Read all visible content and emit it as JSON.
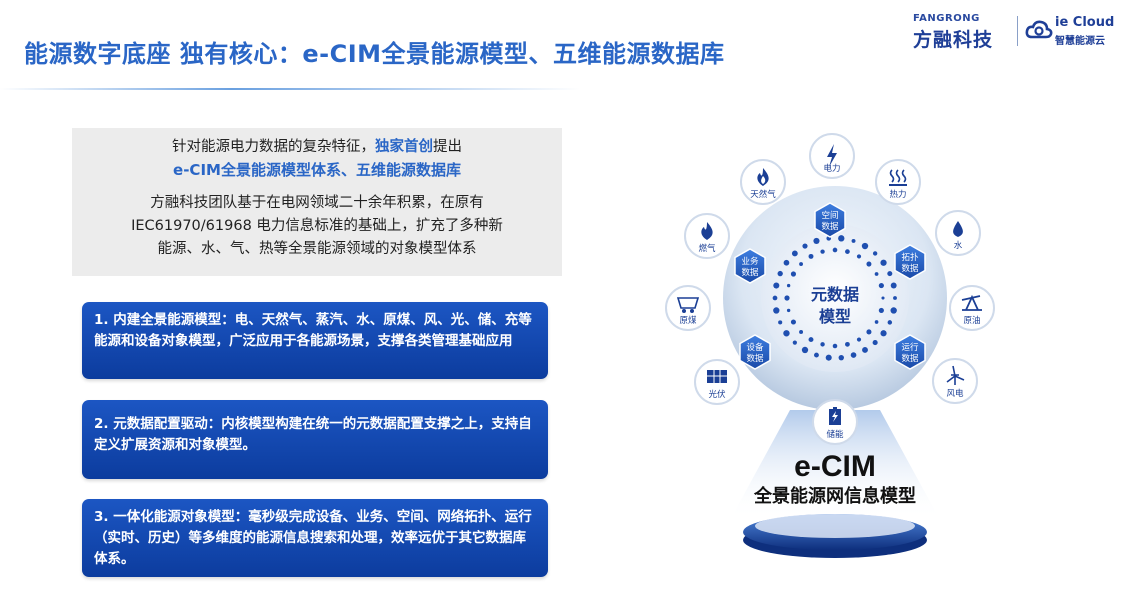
{
  "header": {
    "title": "能源数字底座 独有核心：e-CIM全景能源模型、五维能源数据库"
  },
  "logo": {
    "brand_en": "FANGRONG",
    "brand_cn": "方融科技",
    "cloud_en": "ie Cloud",
    "cloud_cn": "智慧能源云",
    "brand_color": "#1f3f97"
  },
  "intro": {
    "line1_pre": "针对能源电力数据的复杂特征，",
    "line1_highlight": "独家首创",
    "line1_post": "提出",
    "line2": "e-CIM全景能源模型体系、五维能源数据库",
    "para_l1": "方融科技团队基于在电网领域二十余年积累，在原有",
    "para_l2": "IEC61970/61968 电力信息标准的基础上，扩充了多种新",
    "para_l3": "能源、水、气、热等全景能源领域的对象模型体系"
  },
  "cards": [
    {
      "text": "1. 内建全景能源模型：电、天然气、蒸汽、水、原煤、风、光、储、充等能源和设备对象模型，广泛应用于各能源场景，支撑各类管理基础应用"
    },
    {
      "text": "2. 元数据配置驱动：内核模型构建在统一的元数据配置支撑之上，支持自定义扩展资源和对象模型。"
    },
    {
      "text": "3. 一体化能源对象模型：毫秒级完成设备、业务、空间、网络拓扑、运行（实时、历史）等多维度的能源信息搜索和处理，效率远优于其它数据库体系。"
    }
  ],
  "diagram": {
    "center_l1": "元数据",
    "center_l2": "模型",
    "hexes": [
      "空间数据",
      "拓扑数据",
      "运行数据",
      "设备数据",
      "业务数据"
    ],
    "nodes": [
      {
        "label": "电力",
        "icon": "lightning-icon"
      },
      {
        "label": "热力",
        "icon": "heat-icon"
      },
      {
        "label": "水",
        "icon": "water-drop-icon"
      },
      {
        "label": "原油",
        "icon": "oil-pump-icon"
      },
      {
        "label": "风电",
        "icon": "wind-turbine-icon"
      },
      {
        "label": "储能",
        "icon": "battery-icon"
      },
      {
        "label": "光伏",
        "icon": "solar-panel-icon"
      },
      {
        "label": "原煤",
        "icon": "coal-cart-icon"
      },
      {
        "label": "燃气",
        "icon": "gas-flame-icon"
      },
      {
        "label": "天然气",
        "icon": "natural-gas-icon"
      }
    ],
    "brand": "e-CIM",
    "subtitle": "全景能源网信息模型",
    "accent_color": "#2a66c6",
    "dark_color": "#1b3f95"
  }
}
